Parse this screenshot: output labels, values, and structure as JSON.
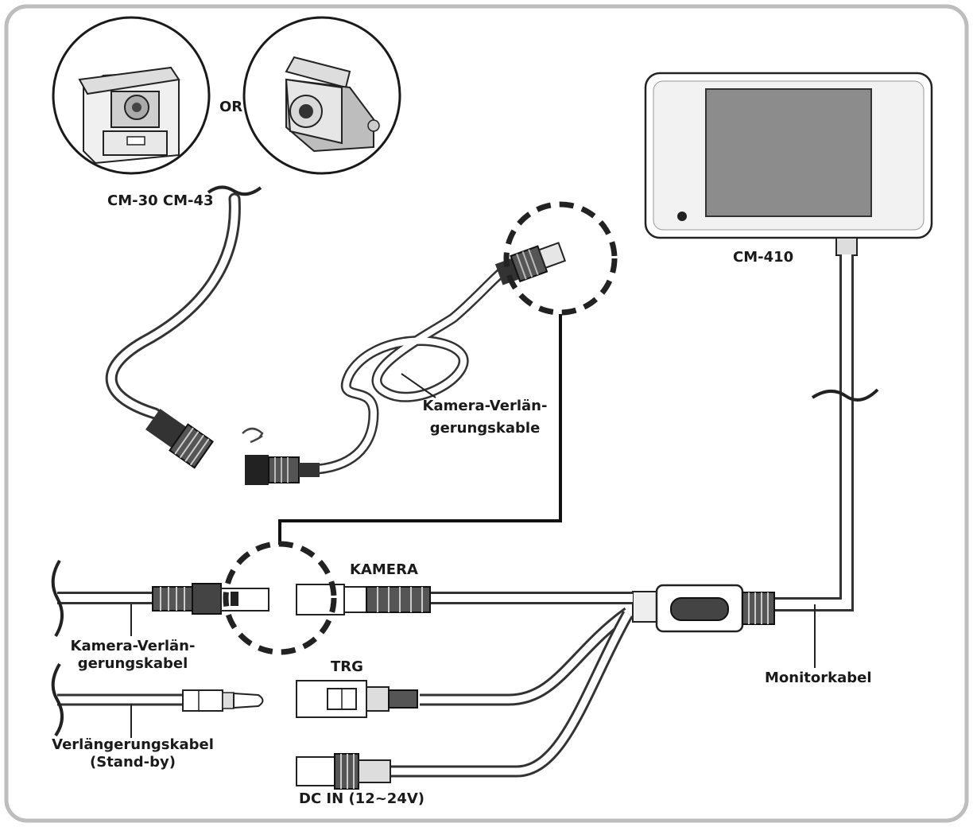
{
  "labels": {
    "or": "OR",
    "cameras": "CM-30 CM-43",
    "monitor": "CM-410",
    "ext_cable_line1": "Kamera-Verlän-",
    "ext_cable_line2": "gerungskable",
    "kamera": "KAMERA",
    "left_ext_line1": "Kamera-Verlän-",
    "left_ext_line2": "gerungskabel",
    "trg": "TRG",
    "standby_line1": "Verlängerungskabel",
    "standby_line2": "(Stand-by)",
    "dcin": "DC IN (12~24V)",
    "monitorkabel": "Monitorkabel"
  },
  "icons": [
    "camera-cm30-icon",
    "camera-cm43-icon",
    "monitor-cm410-icon",
    "connector-plug-icon",
    "rotate-arrow-icon",
    "zoom-circle-icon"
  ],
  "colors": {
    "line": "#2a2a2a",
    "cable_fill": "#ffffff",
    "screen": "#8c8c8c",
    "frame": "#bdbdbd"
  }
}
